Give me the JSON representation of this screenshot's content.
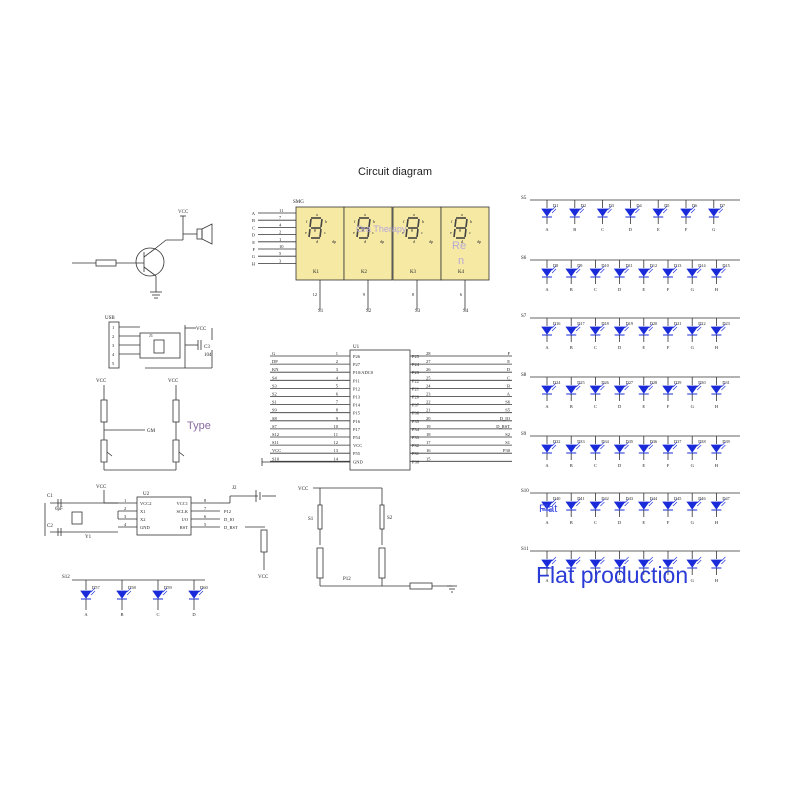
{
  "title": "Circuit diagram",
  "watermarks": {
    "main": "Flat production",
    "flat": "Flat",
    "type": "Type",
    "seg_overlay": "Ora Therapy",
    "seg_overlay2": "Re",
    "seg_overlay3": "n"
  },
  "speaker": {
    "vcc": "VCC"
  },
  "seven_segment": {
    "label": "SMG",
    "seg_letters": [
      "a",
      "b",
      "c",
      "d",
      "e",
      "f",
      "g",
      "dp"
    ],
    "pin_numbers": [
      "11",
      "7",
      "4",
      "2",
      "1",
      "10",
      "5",
      "3"
    ],
    "digits": [
      "K1",
      "K2",
      "K3",
      "K4"
    ],
    "pins_bottom": [
      "12",
      "9",
      "8",
      "6"
    ],
    "select": [
      "S1",
      "S2",
      "S3",
      "S4"
    ],
    "color": "#f5e9a4"
  },
  "usb": {
    "label": "USB",
    "pins": [
      "1",
      "2",
      "3",
      "4",
      "5"
    ],
    "vcc": "VCC",
    "cap": "C3",
    "cap_value": "104",
    "j1": "J1"
  },
  "transistors": {
    "vcc_left": "VCC",
    "vcc_right": "VCC",
    "gm": "GM"
  },
  "mcu": {
    "name": "U1",
    "left_nets": [
      "G",
      "DP",
      "KN",
      "S4",
      "S3",
      "S2",
      "S1",
      "S9",
      "S8",
      "S7",
      "S12",
      "S11",
      "VCC",
      "S10"
    ],
    "left_pins": [
      {
        "n": "1",
        "name": "P26"
      },
      {
        "n": "2",
        "name": "P27"
      },
      {
        "n": "3",
        "name": "P10/ADC0"
      },
      {
        "n": "4",
        "name": "P11"
      },
      {
        "n": "5",
        "name": "P12"
      },
      {
        "n": "6",
        "name": "P13"
      },
      {
        "n": "7",
        "name": "P14"
      },
      {
        "n": "8",
        "name": "P15"
      },
      {
        "n": "9",
        "name": "P16"
      },
      {
        "n": "10",
        "name": "P17"
      },
      {
        "n": "11",
        "name": "P54"
      },
      {
        "n": "12",
        "name": "VCC"
      },
      {
        "n": "13",
        "name": "P55"
      },
      {
        "n": "14",
        "name": "GND"
      }
    ],
    "right_pins": [
      {
        "n": "28",
        "name": "P25"
      },
      {
        "n": "27",
        "name": "P24"
      },
      {
        "n": "26",
        "name": "P23"
      },
      {
        "n": "25",
        "name": "P22"
      },
      {
        "n": "24",
        "name": "P21"
      },
      {
        "n": "23",
        "name": "P20"
      },
      {
        "n": "22",
        "name": "P37"
      },
      {
        "n": "21",
        "name": "P36"
      },
      {
        "n": "20",
        "name": "P35"
      },
      {
        "n": "19",
        "name": "P34"
      },
      {
        "n": "18",
        "name": "P33"
      },
      {
        "n": "17",
        "name": "P32"
      },
      {
        "n": "16",
        "name": "P31"
      },
      {
        "n": "15",
        "name": "P30"
      }
    ],
    "right_nets": [
      "F",
      "E",
      "D",
      "C",
      "B",
      "A",
      "S6",
      "S5",
      "D_IO",
      "D_RST",
      "S2",
      "S1",
      "P30",
      ""
    ]
  },
  "rtc": {
    "name": "U2",
    "pins_left": [
      "VCC2",
      "X1",
      "X2",
      "GND"
    ],
    "pins_right": [
      "VCC1",
      "SCLK",
      "I/O",
      "RST"
    ],
    "num_left": [
      "1",
      "2",
      "3",
      "4"
    ],
    "num_right": [
      "8",
      "7",
      "6",
      "5"
    ],
    "nets_right": [
      "P12",
      "D_IO",
      "D_RST"
    ],
    "vcc": "VCC",
    "c1": "C1",
    "c2": "C2",
    "cap": "6pF",
    "crystal": "Y1",
    "j2": "J2"
  },
  "buttons": {
    "vcc": "VCC",
    "s1": "S1",
    "s2": "S2",
    "net": "P12"
  },
  "led_bottom": {
    "net": "S12",
    "leds": [
      "D57",
      "D58",
      "D59",
      "D60"
    ],
    "letters": [
      "A",
      "B",
      "C",
      "D"
    ]
  },
  "led_matrix": {
    "rows": [
      {
        "net": "S5",
        "leds": [
          "D1",
          "D2",
          "D3",
          "D4",
          "D5",
          "D6",
          "D7"
        ]
      },
      {
        "net": "S6",
        "leds": [
          "D8",
          "D9",
          "D10",
          "D11",
          "D12",
          "D13",
          "D14",
          "D15"
        ]
      },
      {
        "net": "S7",
        "leds": [
          "D16",
          "D17",
          "D18",
          "D19",
          "D20",
          "D21",
          "D22",
          "D23"
        ]
      },
      {
        "net": "S8",
        "leds": [
          "D24",
          "D25",
          "D26",
          "D27",
          "D28",
          "D29",
          "D30",
          "D31"
        ]
      },
      {
        "net": "S9",
        "leds": [
          "D32",
          "D33",
          "D34",
          "D35",
          "D36",
          "D37",
          "D38",
          "D39"
        ]
      },
      {
        "net": "S10",
        "leds": [
          "D40",
          "D41",
          "D42",
          "D43",
          "D44",
          "D45",
          "D46",
          "D47"
        ]
      },
      {
        "net": "S11",
        "leds": []
      }
    ],
    "cols": [
      "A",
      "B",
      "C",
      "D",
      "E",
      "F",
      "G",
      "H"
    ],
    "led_color": "#1a2bd9"
  }
}
